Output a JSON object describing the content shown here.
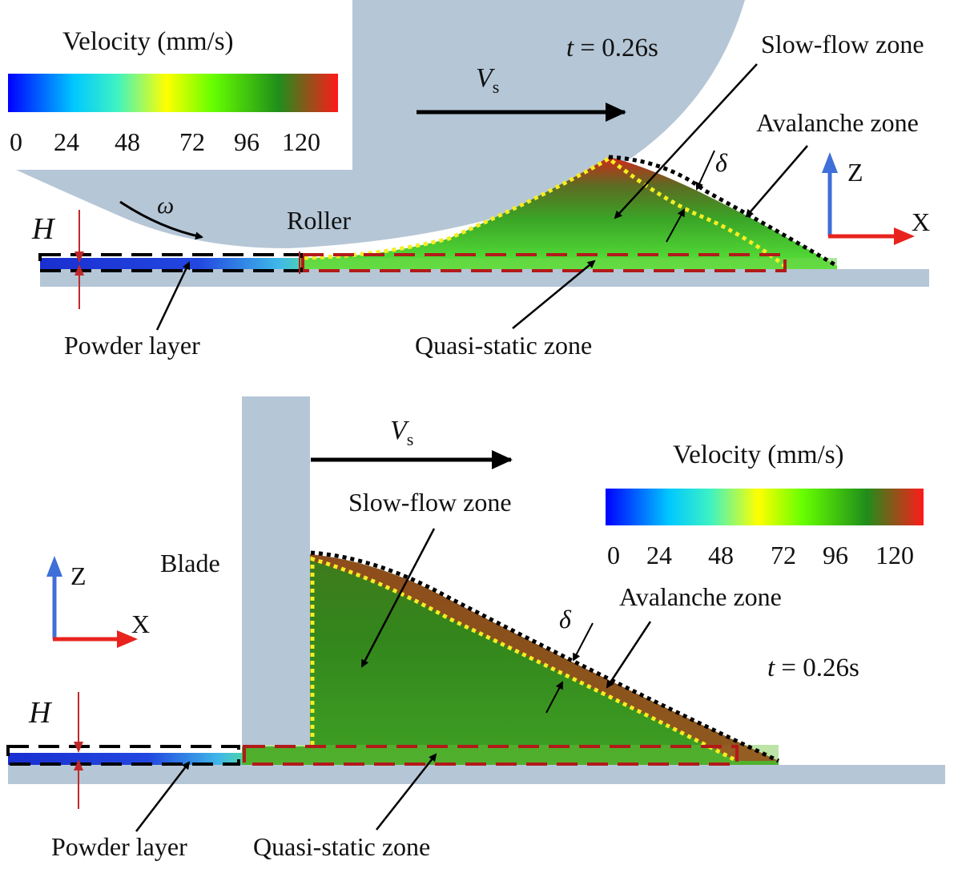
{
  "colors": {
    "tool": "#b5c6d6",
    "substrate": "#b5c6d6",
    "powder_blue": "#1a2fd0",
    "bed_green": "#2f8a1a",
    "avalanche_red": "#d8231a",
    "axis_z": "#3f6fd8",
    "axis_x": "#e8231e",
    "dash_black": "#000000",
    "dash_red": "#b21a1a",
    "dash_yellow": "#f4ee22",
    "h_red": "#c0292a",
    "colorbar_stops": [
      "#0000ff",
      "#00c8ff",
      "#3ef2c4",
      "#ffff00",
      "#66ff00",
      "#1f8e1a",
      "#ff1a1a"
    ]
  },
  "top_panel": {
    "tool_name": "Roller",
    "colorbar": {
      "title": "Velocity (mm/s)",
      "ticks": [
        "0",
        "24",
        "48",
        "72",
        "96",
        "120"
      ]
    },
    "time": {
      "var": "t",
      "rest": " = 0.26s"
    },
    "velocity_symbol": {
      "main": "V",
      "sub": "s"
    },
    "angular_symbol": "ω",
    "height_symbol": "H",
    "delta_symbol": "δ",
    "zones": {
      "slow_flow": "Slow-flow zone",
      "avalanche": "Avalanche zone",
      "quasi_static": "Quasi-static zone",
      "powder_layer": "Powder layer"
    },
    "axes": {
      "z": "Z",
      "x": "X"
    }
  },
  "bottom_panel": {
    "tool_name": "Blade",
    "colorbar": {
      "title": "Velocity (mm/s)",
      "ticks": [
        "0",
        "24",
        "48",
        "72",
        "96",
        "120"
      ]
    },
    "time": {
      "var": "t",
      "rest": " = 0.26s"
    },
    "velocity_symbol": {
      "main": "V",
      "sub": "s"
    },
    "height_symbol": "H",
    "delta_symbol": "δ",
    "zones": {
      "slow_flow": "Slow-flow zone",
      "avalanche": "Avalanche zone",
      "quasi_static": "Quasi-static zone",
      "powder_layer": "Powder layer"
    },
    "axes": {
      "z": "Z",
      "x": "X"
    }
  }
}
